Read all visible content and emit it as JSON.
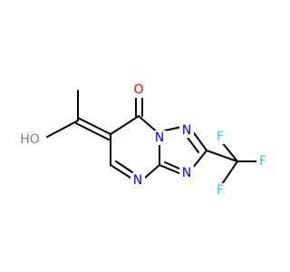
{
  "molecule": {
    "atom_labels": {
      "O_carbonyl": "O",
      "N1": "N",
      "N2": "N",
      "N3": "N",
      "N4": "N",
      "HO": "HO",
      "F1": "F",
      "F2": "F",
      "F3": "F"
    },
    "colors": {
      "bond": "#000000",
      "oxygen": "#ff0000",
      "nitrogen": "#0000ff",
      "fluorine": "#33cccc",
      "hydroxyl": "#808080"
    }
  }
}
